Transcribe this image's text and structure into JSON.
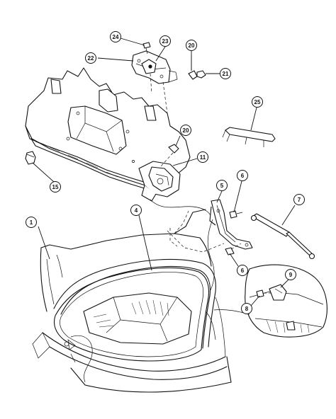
{
  "diagram": {
    "callouts": [
      {
        "id": "c24",
        "label": "24"
      },
      {
        "id": "c23",
        "label": "23"
      },
      {
        "id": "c22",
        "label": "22"
      },
      {
        "id": "c20a",
        "label": "20"
      },
      {
        "id": "c21",
        "label": "21"
      },
      {
        "id": "c25",
        "label": "25"
      },
      {
        "id": "c20b",
        "label": "20"
      },
      {
        "id": "c11",
        "label": "11"
      },
      {
        "id": "c15",
        "label": "15"
      },
      {
        "id": "c5",
        "label": "5"
      },
      {
        "id": "c6a",
        "label": "6"
      },
      {
        "id": "c7",
        "label": "7"
      },
      {
        "id": "c1",
        "label": "1"
      },
      {
        "id": "c4",
        "label": "4"
      },
      {
        "id": "c6b",
        "label": "6"
      },
      {
        "id": "c9",
        "label": "9"
      },
      {
        "id": "c8",
        "label": "8"
      }
    ]
  }
}
